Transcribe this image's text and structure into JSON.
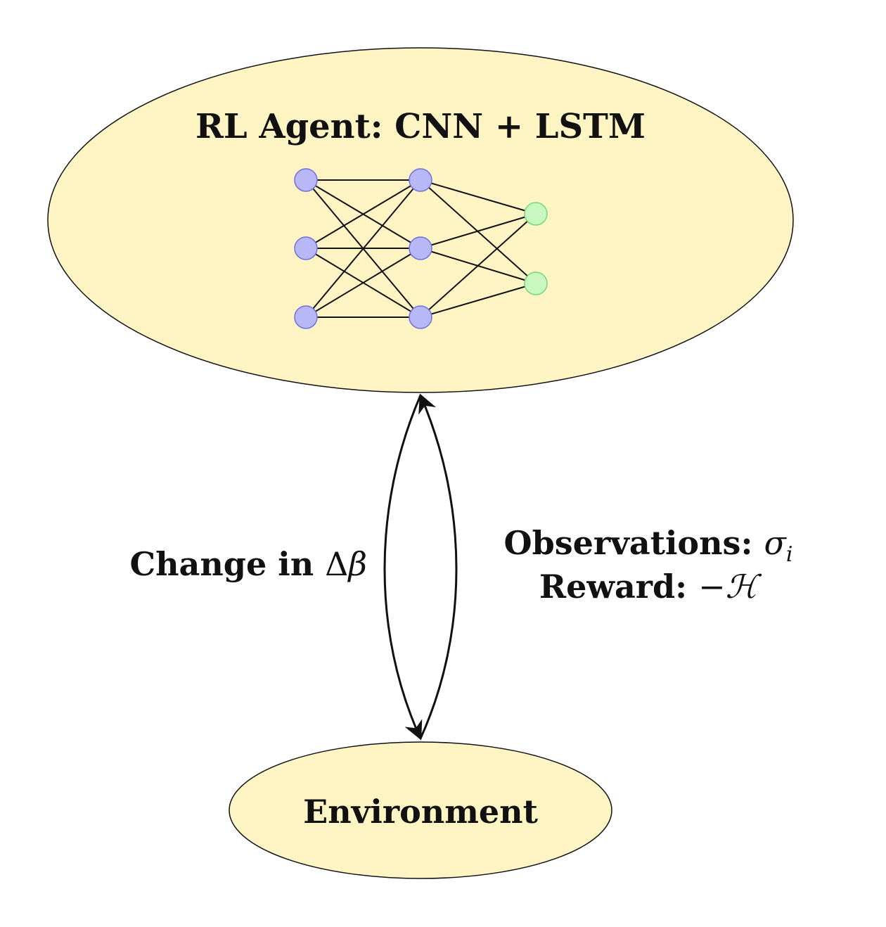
{
  "colors": {
    "node_fill": "#fff5c4",
    "input_neuron": "#b8b8f7",
    "input_neuron_stroke": "#6f6fe0",
    "output_neuron": "#c8f7c0",
    "output_neuron_stroke": "#7ad47a",
    "edge": "#111111"
  },
  "agent": {
    "title": "RL Agent: CNN + LSTM"
  },
  "environment": {
    "label": "Environment"
  },
  "action_edge": {
    "prefix": "Change in ",
    "delta": "Δ",
    "beta": "β"
  },
  "feedback_edge": {
    "observations_prefix": "Observations: ",
    "sigma": "σ",
    "sigma_sub": "i",
    "reward_prefix": "Reward: ",
    "reward_minus": "−",
    "entropy": "ℋ"
  },
  "network": {
    "layer_sizes": [
      3,
      3,
      2
    ]
  }
}
